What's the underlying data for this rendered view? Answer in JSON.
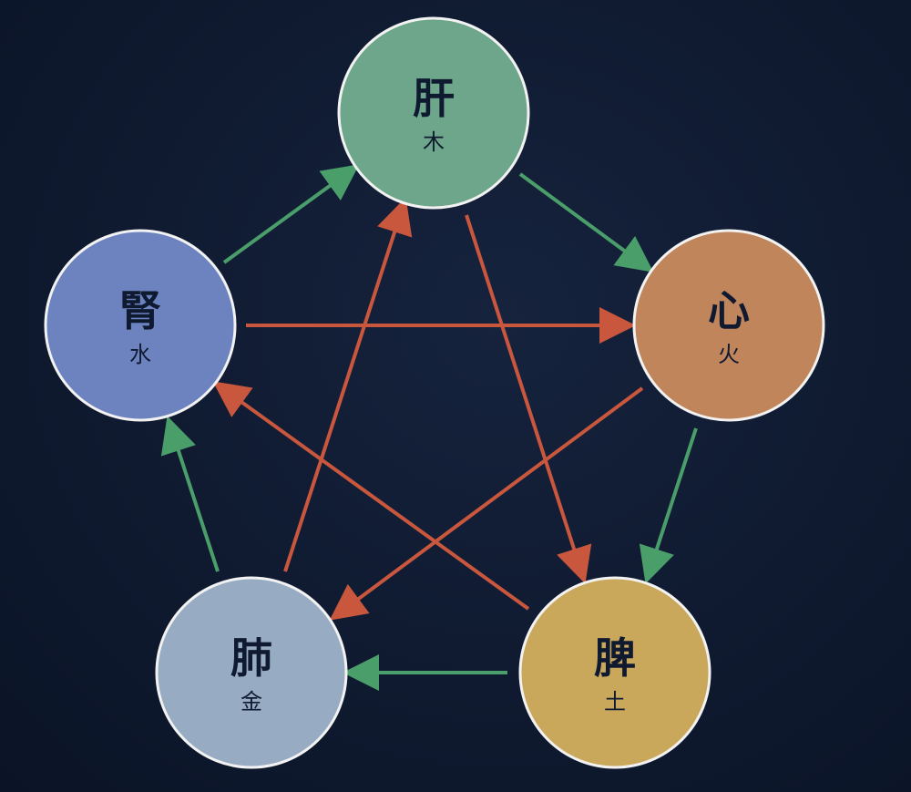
{
  "colors": {
    "background": "#0f1a30",
    "generating_arrow": "#4a9e6a",
    "controlling_arrow": "#c9573d",
    "node_border": "#f2f2f2",
    "text": "#0f1a30"
  },
  "nodes": {
    "liver": {
      "organ": "肝",
      "element": "木",
      "color": "#6da68a"
    },
    "heart": {
      "organ": "心",
      "element": "火",
      "color": "#c0855b"
    },
    "spleen": {
      "organ": "脾",
      "element": "土",
      "color": "#c9a85c"
    },
    "lung": {
      "organ": "肺",
      "element": "金",
      "color": "#97abc2"
    },
    "kidney": {
      "organ": "腎",
      "element": "水",
      "color": "#6c83c0"
    }
  }
}
